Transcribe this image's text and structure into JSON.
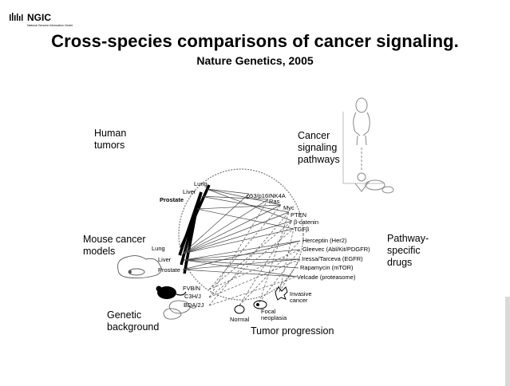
{
  "header": {
    "logo_text": "NGIC",
    "logo_subtext": "National Genome Information Center"
  },
  "slide": {
    "title": "Cross-species comparisons of cancer signaling.",
    "subtitle": "Nature Genetics, 2005"
  },
  "groups": {
    "human_tumors": "Human tumors",
    "cancer_signaling_pathways": "Cancer signaling pathways",
    "mouse_cancer_models": "Mouse cancer models",
    "pathway_specific_drugs": "Pathway-specific drugs",
    "genetic_background": "Genetic background",
    "tumor_progression": "Tumor progression"
  },
  "human_tissues": [
    "Lung",
    "Liver",
    "Prostate"
  ],
  "mouse_tissues": [
    "Lung",
    "Liver",
    "Prostate"
  ],
  "pathways": [
    "p53/p16INK4A",
    "Ras",
    "Myc",
    "PTEN",
    "β-catenin",
    "TGFβ"
  ],
  "drugs": [
    "Herceptin (Her2)",
    "Gleevec (Abl/Kit/PDGFR)",
    "Iressa/Tarceva (EGFR)",
    "Rapamycin (mTOR)",
    "Velcade (proteasome)"
  ],
  "strains": [
    "FVB/N",
    "C3H/J",
    "BDA/2J"
  ],
  "stages": [
    "Normal",
    "Focal neoplasia",
    "Invasive cancer"
  ],
  "colors": {
    "heavy_line": "#000000",
    "light_line": "#444444",
    "dashed_line": "#666666"
  }
}
